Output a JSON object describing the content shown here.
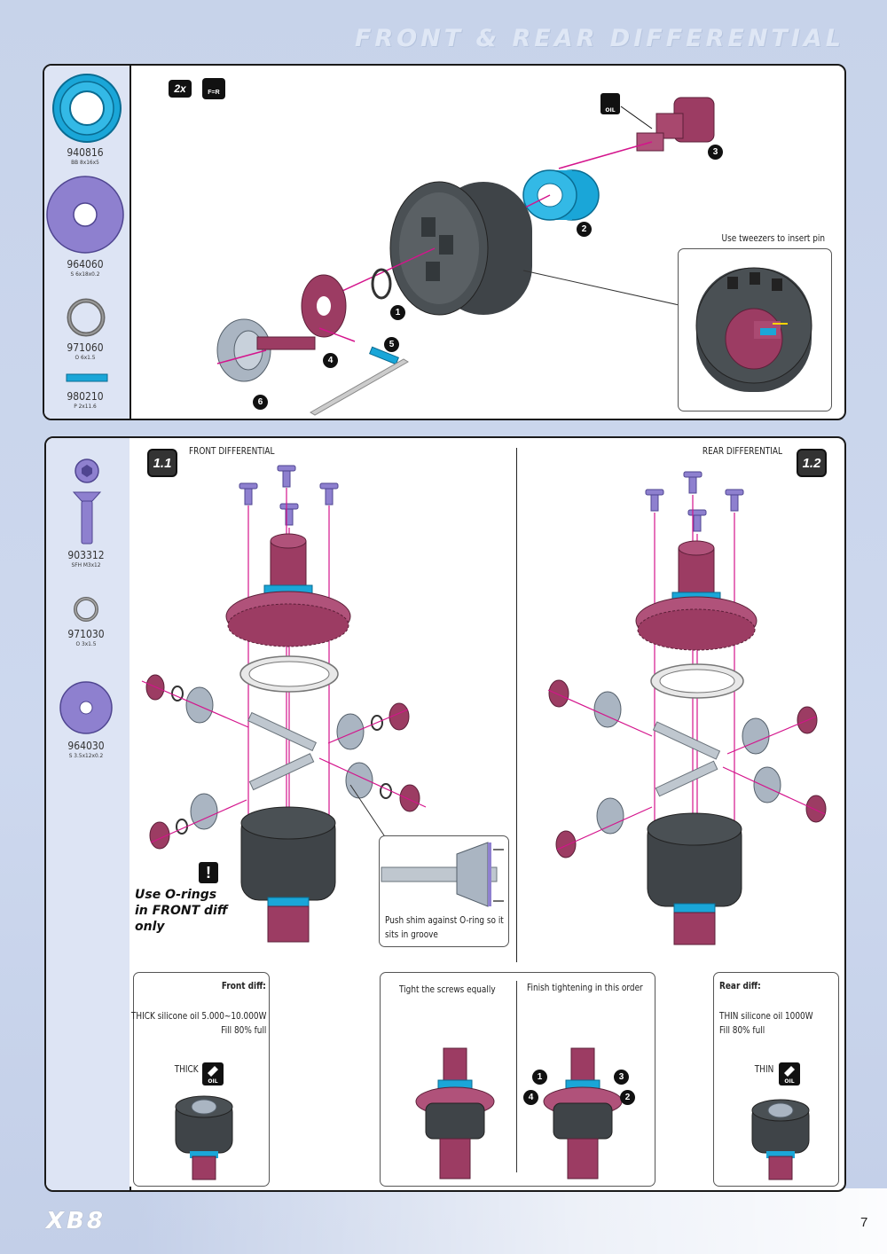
{
  "page": {
    "title": "FRONT & REAR DIFFERENTIAL"
  },
  "top_parts": [
    {
      "code": "940816",
      "spec": "BB 8x16x5"
    },
    {
      "code": "964060",
      "spec": "S 6x18x0.2"
    },
    {
      "code": "971060",
      "spec": "O 6x1.5"
    },
    {
      "code": "980210",
      "spec": "P 2x11.6"
    }
  ],
  "top": {
    "quantity": "2x",
    "same_label": "F=R",
    "steps": [
      "1",
      "2",
      "3",
      "4",
      "5",
      "6"
    ],
    "tweezers_note": "Use tweezers to insert pin"
  },
  "bottom_parts": [
    {
      "code": "903312",
      "spec": "SFH M3x12"
    },
    {
      "code": "971030",
      "spec": "O 3x1.5"
    },
    {
      "code": "964030",
      "spec": "S 3.5x12x0.2"
    }
  ],
  "bottom": {
    "front": {
      "badge": "1.1",
      "heading": "FRONT DIFFERENTIAL"
    },
    "rear": {
      "badge": "1.2",
      "heading": "REAR DIFFERENTIAL"
    },
    "warning": [
      "Use O-rings",
      "in FRONT diff",
      "only"
    ],
    "shim_note": [
      "Push shim against O-ring so it",
      "sits in groove"
    ],
    "front_oil": {
      "heading": "Front diff:",
      "line1": "THICK silicone oil 5.000~10.000W",
      "line2": "Fill 80% full",
      "label": "THICK"
    },
    "tighten": {
      "left": "Tight the screws equally",
      "right": "Finish tightening in this order",
      "order": [
        "1",
        "3",
        "4",
        "2"
      ]
    },
    "rear_oil": {
      "heading": "Rear diff:",
      "line1": "THIN silicone oil 1000W",
      "line2": "Fill 80% full",
      "label": "THIN"
    }
  },
  "footer": {
    "logo": "XB8",
    "page": "7"
  }
}
